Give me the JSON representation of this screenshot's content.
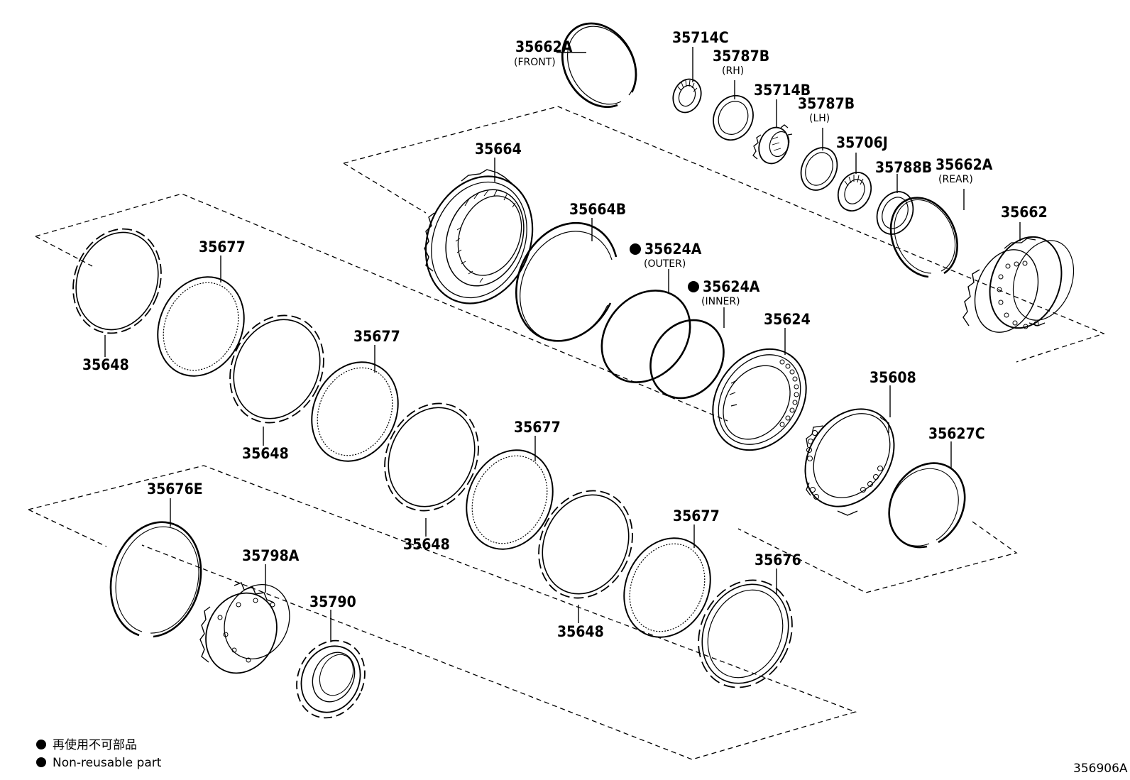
{
  "diagram": {
    "reference_id": "356906A",
    "legend": {
      "items": [
        {
          "symbol": "filled-circle",
          "text": "再使用不可部品"
        },
        {
          "symbol": "filled-circle",
          "text": "Non-reusable part"
        }
      ]
    },
    "parts": [
      {
        "id": "p1",
        "number": "35662A",
        "note": "(FRONT)"
      },
      {
        "id": "p2",
        "number": "35714C",
        "note": ""
      },
      {
        "id": "p3",
        "number": "35787B",
        "note": "(RH)"
      },
      {
        "id": "p4",
        "number": "35714B",
        "note": ""
      },
      {
        "id": "p5",
        "number": "35787B",
        "note": "(LH)"
      },
      {
        "id": "p6",
        "number": "35706J",
        "note": ""
      },
      {
        "id": "p7",
        "number": "35788B",
        "note": ""
      },
      {
        "id": "p8",
        "number": "35662A",
        "note": "(REAR)"
      },
      {
        "id": "p9",
        "number": "35662",
        "note": ""
      },
      {
        "id": "p10",
        "number": "35664",
        "note": ""
      },
      {
        "id": "p11",
        "number": "35664B",
        "note": ""
      },
      {
        "id": "p12",
        "number": "35624A",
        "note": "(OUTER)",
        "non_reusable": true
      },
      {
        "id": "p13",
        "number": "35624A",
        "note": "(INNER)",
        "non_reusable": true
      },
      {
        "id": "p14",
        "number": "35624",
        "note": ""
      },
      {
        "id": "p15",
        "number": "35608",
        "note": ""
      },
      {
        "id": "p16",
        "number": "35627C",
        "note": ""
      },
      {
        "id": "p17",
        "number": "35648",
        "note": ""
      },
      {
        "id": "p18",
        "number": "35677",
        "note": ""
      },
      {
        "id": "p19",
        "number": "35648",
        "note": ""
      },
      {
        "id": "p20",
        "number": "35677",
        "note": ""
      },
      {
        "id": "p21",
        "number": "35648",
        "note": ""
      },
      {
        "id": "p22",
        "number": "35677",
        "note": ""
      },
      {
        "id": "p23",
        "number": "35648",
        "note": ""
      },
      {
        "id": "p24",
        "number": "35677",
        "note": ""
      },
      {
        "id": "p25",
        "number": "35676",
        "note": ""
      },
      {
        "id": "p26",
        "number": "35676E",
        "note": ""
      },
      {
        "id": "p27",
        "number": "35798A",
        "note": ""
      },
      {
        "id": "p28",
        "number": "35790",
        "note": ""
      }
    ]
  }
}
